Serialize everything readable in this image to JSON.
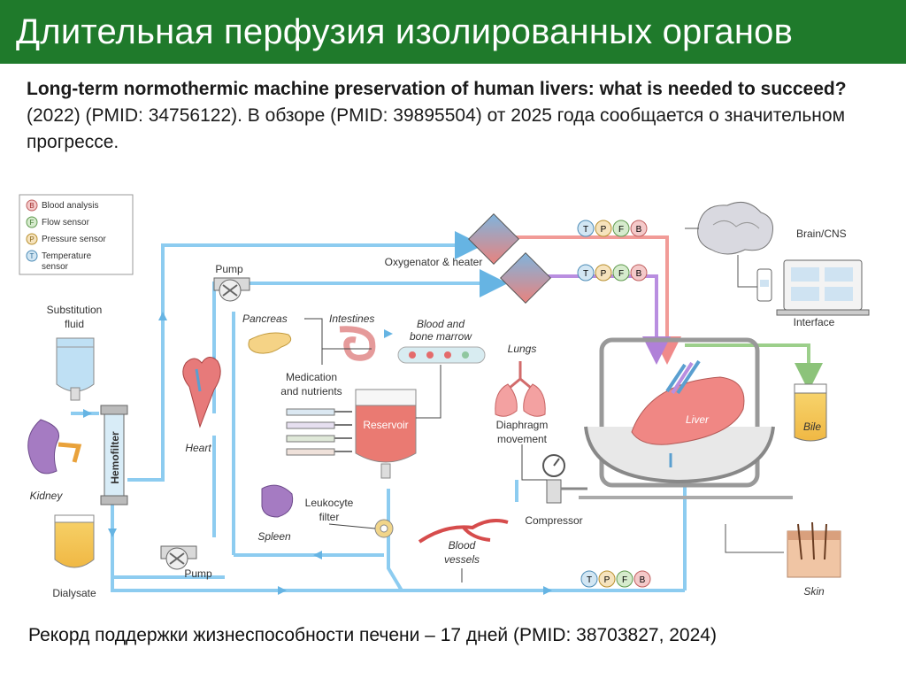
{
  "slide": {
    "title": "Длительная перфузия изолированных органов",
    "intro_bold": "Long-term normothermic machine preservation of human livers: what is needed to succeed?",
    "intro_rest": " (2022) (PMID: 34756122). В обзоре (PMID: 39895504) от 2025 года сообщается о значительном прогрессе.",
    "footer": "Рекорд поддержки жизнеспособности печени – 17 дней (PMID: 38703827, 2024)"
  },
  "diagram": {
    "legend": {
      "items": [
        {
          "letter": "B",
          "label": "Blood analysis",
          "color": "#e38d8d"
        },
        {
          "letter": "F",
          "label": "Flow sensor",
          "color": "#9ccf8b"
        },
        {
          "letter": "P",
          "label": "Pressure sensor",
          "color": "#e7c57f"
        },
        {
          "letter": "T",
          "label": "Temperature",
          "label2": "sensor",
          "color": "#8ec3e0"
        }
      ]
    },
    "sensor_letters": [
      "T",
      "P",
      "F",
      "B"
    ],
    "labels": {
      "substitution_fluid_1": "Substitution",
      "substitution_fluid_2": "fluid",
      "kidney": "Kidney",
      "dialysate": "Dialysate",
      "hemofilter": "Hemofilter",
      "pump_top": "Pump",
      "pump_bottom": "Pump",
      "heart": "Heart",
      "pancreas": "Pancreas",
      "intestines": "Intestines",
      "medication_1": "Medication",
      "medication_2": "and nutrients",
      "reservoir": "Reservoir",
      "leukocyte_1": "Leukocyte",
      "leukocyte_2": "filter",
      "spleen": "Spleen",
      "blood_marrow_1": "Blood and",
      "blood_marrow_2": "bone marrow",
      "oxygenator": "Oxygenator & heater",
      "lungs": "Lungs",
      "diaphragm_1": "Diaphragm",
      "diaphragm_2": "movement",
      "compressor": "Compressor",
      "blood_vessels_1": "Blood",
      "blood_vessels_2": "vessels",
      "brain": "Brain/CNS",
      "interface": "Interface",
      "liver": "Liver",
      "bile": "Bile",
      "skin": "Skin"
    }
  }
}
